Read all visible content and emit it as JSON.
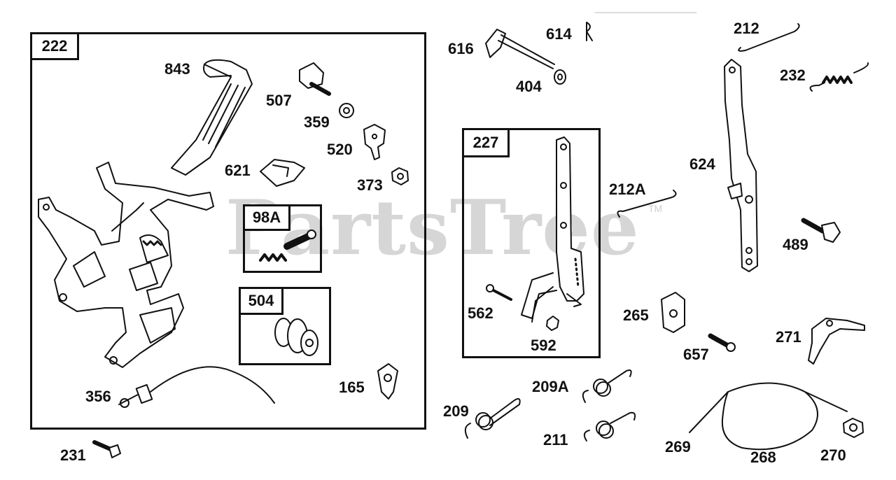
{
  "watermark": {
    "text": "PartsTree",
    "trademark": "TM"
  },
  "groups": {
    "g222": "222",
    "g98A": "98A",
    "g504": "504",
    "g227": "227"
  },
  "parts": {
    "p843": "843",
    "p507": "507",
    "p359": "359",
    "p520": "520",
    "p621": "621",
    "p373": "373",
    "p356": "356",
    "p165": "165",
    "p231": "231",
    "p616": "616",
    "p614": "614",
    "p404": "404",
    "p562": "562",
    "p592": "592",
    "p212": "212",
    "p232": "232",
    "p624": "624",
    "p212A": "212A",
    "p489": "489",
    "p265": "265",
    "p657": "657",
    "p271": "271",
    "p209": "209",
    "p209A": "209A",
    "p211": "211",
    "p269": "269",
    "p268": "268",
    "p270": "270"
  }
}
